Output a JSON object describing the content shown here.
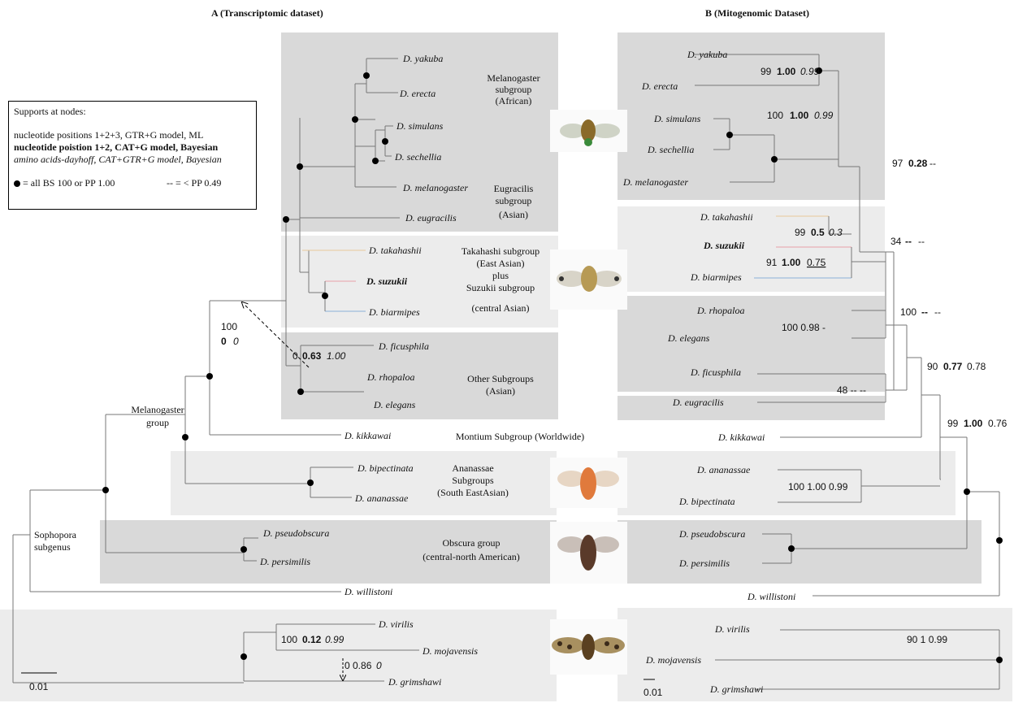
{
  "titles": {
    "a": "A (Transcriptomic dataset)",
    "b": "B (Mitogenomic Dataset)"
  },
  "legend": {
    "heading": "Supports at nodes:",
    "line1": "nucleotide positions 1+2+3, GTR+G model, ML",
    "line2": "nucleotide poistion 1+2, CAT+G model, Bayesian",
    "line3": "amino acids-dayhoff, CAT+GTR+G model, Bayesian",
    "key_dot": "= all BS 100 or PP 1.00",
    "key_dash": "-- = < PP 0.49"
  },
  "groups": {
    "melanogaster_african": [
      "Melanogaster",
      "subgroup",
      "(African)"
    ],
    "eugracilis": [
      "Eugracilis",
      "subgroup",
      "(Asian)"
    ],
    "takahashi": [
      "Takahashi subgroup",
      "(East Asian)",
      "plus",
      "Suzukii subgroup",
      "(central Asian)"
    ],
    "other": [
      "Other Subgroups",
      "(Asian)"
    ],
    "montium": "Montium  Subgroup (Worldwide)",
    "ananassae": [
      "Ananassae",
      "Subgroups",
      "(South EastAsian)"
    ],
    "obscura": [
      "Obscura group",
      "(central-north American)"
    ],
    "melanogaster_group": [
      "Melanogaster",
      "group"
    ],
    "sophopora": [
      "Sophopora",
      "subgenus"
    ]
  },
  "taxa_a": {
    "yakuba": "D. yakuba",
    "erecta": "D. erecta",
    "simulans": "D. simulans",
    "sechellia": "D. sechellia",
    "melanogaster": "D. melanogaster",
    "eugracilis": "D. eugracilis",
    "takahashii": "D. takahashii",
    "suzukii": "D. suzukii",
    "biarmipes": "D. biarmipes",
    "ficusphila": "D. ficusphila",
    "rhopaloa": "D. rhopaloa",
    "elegans": "D. elegans",
    "kikkawai": "D. kikkawai",
    "bipectinata": "D. bipectinata",
    "ananassae": "D. ananassae",
    "pseudobscura": "D. pseudobscura",
    "persimilis": "D. persimilis",
    "willistoni": "D. willistoni",
    "virilis": "D. virilis",
    "mojavensis": "D. mojavensis",
    "grimshawi": "D. grimshawi"
  },
  "support_a": {
    "n100_a": "100",
    "n100_b": "0",
    "n100_c": "0",
    "ficus_a": "0",
    "ficus_b": "0.63",
    "ficus_c": "1.00",
    "vir_a": "100",
    "vir_b": "0.12",
    "vir_c": "0.99",
    "moj": "0 0.86",
    "moj_c": "0",
    "scale": "0.01"
  },
  "taxa_b": {
    "yakuba": "D. yakuba",
    "erecta": "D. erecta",
    "simulans": "D. simulans",
    "sechellia": "D. sechellia",
    "melanogaster": "D. melanogaster",
    "takahashii": "D. takahashii",
    "suzukii": "D. suzukii",
    "biarmipes": "D. biarmipes",
    "rhopaloa": "D. rhopaloa",
    "elegans": "D. elegans",
    "ficusphila": "D. ficusphila",
    "eugracilis": "D. eugracilis",
    "kikkawai": "D. kikkawai",
    "ananassae": "D. ananassae",
    "bipectinata": "D. bipectinata",
    "pseudobscura": "D. pseudobscura",
    "persimilis": "D. persimilis",
    "willistoni": "D. willistoni",
    "virilis": "D. virilis",
    "mojavensis": "D. mojavensis",
    "grimshawi": "D. grimshawi"
  },
  "support_b": {
    "yak_a": "99",
    "yak_b": "1.00",
    "yak_c": "0.99",
    "sim_a": "100",
    "sim_b": "1.00",
    "sim_c": "0.99",
    "n97_a": "97",
    "n97_b": "0.28",
    "n97_c": "--",
    "tak_a": "99",
    "tak_b": "0.5",
    "tak_c": "0.3",
    "suz_a": "91",
    "suz_b": "1.00",
    "suz_c": "0.75",
    "n34_a": "34",
    "n34_b": "--",
    "n34_c": "--",
    "rho": "100 0.98 -",
    "n100_a": "100",
    "n100_b": "--",
    "n100_c": "--",
    "fic": "48 -- --",
    "n90_a": "90",
    "n90_b": "0.77",
    "n90_c": "0.78",
    "n99_a": "99",
    "n99_b": "1.00",
    "n99_c": "0.76",
    "ana": "100 1.00 0.99",
    "vir": "90 1 0.99",
    "scale": "0.01"
  }
}
